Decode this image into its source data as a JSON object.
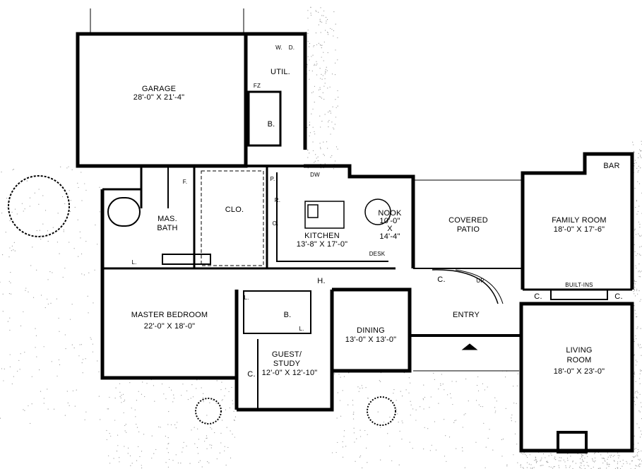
{
  "rooms": {
    "garage": {
      "name": "GARAGE",
      "size": "28'-0\" X 21'-4\""
    },
    "util": {
      "name": "UTIL."
    },
    "util_bath": {
      "name": "B."
    },
    "fz": {
      "name": "FZ"
    },
    "w": {
      "name": "W."
    },
    "d": {
      "name": "D."
    },
    "mas_bath": {
      "name": "MAS.",
      "name2": "BATH"
    },
    "closet": {
      "name": "CLO."
    },
    "f": {
      "name": "F."
    },
    "p": {
      "name": "P."
    },
    "r": {
      "name": "R."
    },
    "o": {
      "name": "O."
    },
    "dw": {
      "name": "DW"
    },
    "kitchen": {
      "name": "KITCHEN",
      "size": "13'-8\" X 17'-0\""
    },
    "nook": {
      "name": "NOOK",
      "size1": "10'-0\"",
      "size2": "X",
      "size3": "14'-4\""
    },
    "desk": {
      "name": "DESK"
    },
    "covered_patio": {
      "name": "COVERED",
      "name2": "PATIO"
    },
    "family_room": {
      "name": "FAMILY ROOM",
      "size": "18'-0\" X 17'-6\""
    },
    "bar": {
      "name": "BAR"
    },
    "hall": {
      "name": "H."
    },
    "master_bedroom": {
      "name": "MASTER BEDROOM",
      "size": "22'-0\" X 18'-0\""
    },
    "guest_bath": {
      "name": "B."
    },
    "linen1": {
      "name": "L."
    },
    "linen2": {
      "name": "L."
    },
    "linen3": {
      "name": "L."
    },
    "guest_study": {
      "name": "GUEST/",
      "name2": "STUDY",
      "size": "12'-0\" X 12'-10\""
    },
    "guest_closet": {
      "name": "C."
    },
    "dining": {
      "name": "DINING",
      "size": "13'-0\" X 13'-0\""
    },
    "entry": {
      "name": "ENTRY"
    },
    "entry_closet": {
      "name": "C."
    },
    "stair": {
      "name": "UP"
    },
    "built_ins": {
      "name": "BUILT-INS"
    },
    "closet_left": {
      "name": "C."
    },
    "closet_right": {
      "name": "C."
    },
    "living_room": {
      "name": "LIVING",
      "name2": "ROOM",
      "size": "18'-0\" X 23'-0\""
    }
  },
  "colors": {
    "wall": "#000000",
    "background": "#ffffff",
    "stipple": "#888888"
  }
}
